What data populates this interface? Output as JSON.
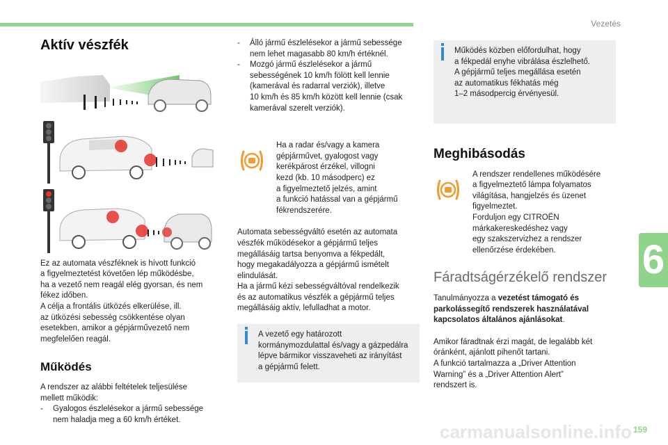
{
  "header": {
    "section": "Vezetés"
  },
  "chapter": "6",
  "page_number": "159",
  "watermark": "carmanualsonline.info",
  "col1": {
    "title": "Aktív vészfék",
    "intro": [
      "Ez az automata vészféknek is hívott funkció",
      "a figyelmeztetést követően lép működésbe,",
      "ha a vezető nem reagál elég gyorsan, és nem",
      "fékez időben.",
      "A célja a frontális ütközés elkerülése, ill.",
      "az ütközési sebesség csökkentése olyan",
      "esetekben, amikor a gépjárművezető nem",
      "megfelelően reagál."
    ],
    "subtitle": "Működés",
    "conditions": [
      "A rendszer az alábbi feltételek teljesülése",
      "mellett működik:"
    ],
    "item1_dash": "-",
    "item1": [
      "Gyalogos észlelésekor a jármű sebessége",
      "nem haladja meg a 60 km/h értéket."
    ]
  },
  "col2": {
    "item2_dash": "-",
    "item2": [
      "Álló jármű észlelésekor a jármű sebessége",
      "nem lehet magasabb 80 km/h értéknél."
    ],
    "item3_dash": "-",
    "item3": [
      "Mozgó jármű észlelésekor a jármű",
      "sebességének 10 km/h fölött kell lennie",
      "(kamerával és radarral verziók), illetve",
      "10 km/h és 85 km/h között kell lennie (csak",
      "kamerával szerelt verziók)."
    ],
    "warning": [
      "Ha a radar és/vagy a kamera",
      "gépjárművet, gyalogost vagy",
      "kerékpárost érzékel, villogni",
      "kezd (kb. 10 másodperc) ez",
      "a figyelmeztető jelzés, amint",
      "a funkció hatással van a gépjármű",
      "fékrendszerére."
    ],
    "auto_text": [
      "Automata sebességváltó esetén az automata",
      "vészfék működésekor a gépjármű teljes",
      "megállásáig tartsa benyomva a fékpedált,",
      "hogy megakadályozza a gépjármű ismételt",
      "elindulását.",
      "Ha a jármű kézi sebességváltóval rendelkezik",
      "és az automatikus vészfék a gépjármű teljes",
      "megállásáig aktív, lefulladhat a motor."
    ],
    "info": [
      "A vezető egy határozott",
      "kormánymozdulattal és/vagy a gázpedálra",
      "lépve bármikor visszaveheti az irányítást",
      "a gépjármű felett."
    ]
  },
  "col3": {
    "info": [
      "Működés közben előfordulhat, hogy",
      "a fékpedál enyhe vibrálása észlelhető.",
      "A gépjármű teljes megállása esetén",
      "az automatikus fékhatás még",
      "1–2 másodpercig érvényesül."
    ],
    "fault_title": "Meghibásodás",
    "fault": [
      "A rendszer rendellenes működésére",
      "a figyelmeztető lámpa folyamatos",
      "világítása, hangjelzés és üzenet",
      "figyelmeztet.",
      "Forduljon egy CITROËN",
      "márkakereskedéshez vagy",
      "egy szakszervizhez a rendszer",
      "ellenőrzése érdekében."
    ],
    "fatigue_title": "Fáradtságérzékelő rendszer",
    "fatigue_prefix": "Tanulmányozza a ",
    "fatigue_bold": "vezetést támogató és parkolássegítő rendszerek használatával kapcsolatos általános ajánlásokat",
    "fatigue_suffix": ".",
    "fatigue2": [
      "Amikor fáradtnak érzi magát, de legalább két",
      "óránként, ajánlott pihenőt tartani.",
      "A funkció tartalmazza a „Driver Attention",
      "Warning” és a „Driver Attention Alert”",
      "rendszert is."
    ]
  },
  "colors": {
    "accent_green": "#8fd48a",
    "info_blue": "#2e8ccf",
    "warning_orange": "#f29a2e",
    "alert_red": "#e5342a"
  },
  "icons": [
    "car-radar-illustration",
    "traffic-light-icon",
    "pedestrian-illustration",
    "collision-warning-icon",
    "info-icon"
  ]
}
